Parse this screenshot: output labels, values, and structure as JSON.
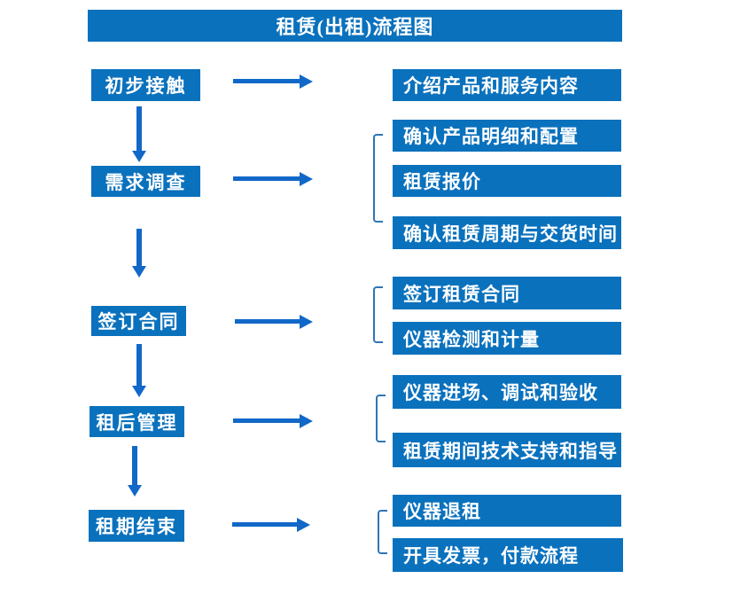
{
  "title": "租赁(出租)流程图",
  "colors": {
    "box_blue": "#0a71bd",
    "arrow_blue": "#1268c8",
    "bracket_blue": "#2e75b6",
    "text_white": "#ffffff"
  },
  "left_steps": [
    {
      "label": "初步接触"
    },
    {
      "label": "需求调查"
    },
    {
      "label": "签订合同"
    },
    {
      "label": "租后管理"
    },
    {
      "label": "租期结束"
    }
  ],
  "right_boxes": [
    {
      "label": "介绍产品和服务内容"
    },
    {
      "label": "确认产品明细和配置"
    },
    {
      "label": "租赁报价"
    },
    {
      "label": "确认租赁周期与交货时间"
    },
    {
      "label": "签订租赁合同"
    },
    {
      "label": "仪器检测和计量"
    },
    {
      "label": "仪器进场、调试和验收"
    },
    {
      "label": "租赁期间技术支持和指导"
    },
    {
      "label": "仪器退租"
    },
    {
      "label": "开具发票，付款流程"
    }
  ]
}
